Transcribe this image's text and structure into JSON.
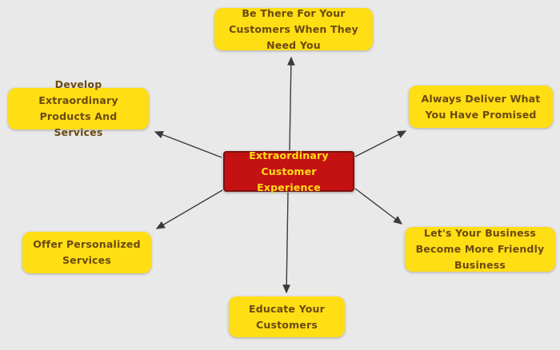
{
  "diagram": {
    "type": "mindmap",
    "title": "Extraordinary Customer Experience",
    "colors": {
      "background": "#e9e9e9",
      "center_fill": "#c41212",
      "center_border": "#7e1210",
      "center_text": "#ffde14",
      "satellite_fill": "#ffde14",
      "satellite_text": "#6b4a10",
      "arrow": "#3b3b3b"
    },
    "nodes": {
      "center": {
        "label": "Extraordinary Customer Experience"
      },
      "top": {
        "label": "Be There For Your Customers When They Need You"
      },
      "top_left": {
        "label": "Develop Extraordinary Products And Services"
      },
      "top_right": {
        "label": "Always Deliver What You Have Promised"
      },
      "bottom_left": {
        "label": "Offer Personalized Services"
      },
      "bottom_right": {
        "label": "Let's Your Business Become More Friendly Business"
      },
      "bottom": {
        "label": "Educate Your Customers"
      }
    },
    "edges": [
      {
        "from": "center",
        "to": "top"
      },
      {
        "from": "center",
        "to": "top_left"
      },
      {
        "from": "center",
        "to": "top_right"
      },
      {
        "from": "center",
        "to": "bottom_left"
      },
      {
        "from": "center",
        "to": "bottom_right"
      },
      {
        "from": "center",
        "to": "bottom"
      }
    ]
  }
}
